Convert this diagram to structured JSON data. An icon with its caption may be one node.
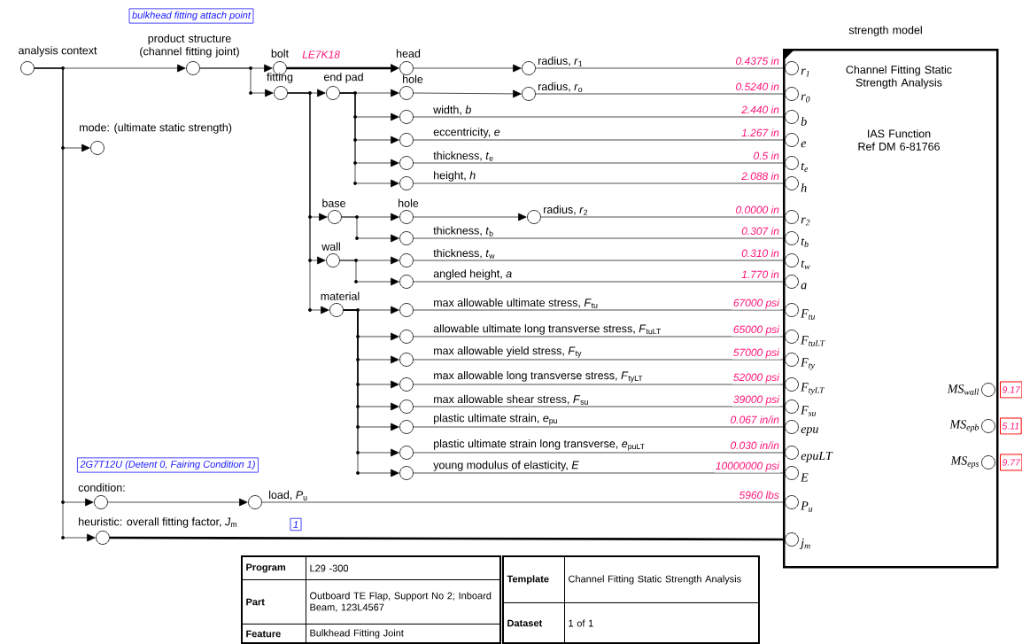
{
  "diagram": {
    "nodes": [
      {
        "text": [
          "analysis context"
        ]
      },
      {
        "text": [
          "product structure (channel fitting joint)"
        ]
      },
      {
        "text": [
          "bolt"
        ],
        "beside": [
          "LE7K18"
        ]
      },
      {
        "text": [
          "fitting"
        ]
      },
      {
        "text": [
          "end pad"
        ]
      },
      {
        "text": [
          "head"
        ]
      },
      {
        "text": [
          "hole"
        ]
      },
      {
        "text": [
          "width, *b*"
        ]
      },
      {
        "text": [
          "eccentricity, *e*"
        ]
      },
      {
        "text": [
          "thickness, *t*$_{e}$"
        ]
      },
      {
        "text": [
          "height, *h*"
        ]
      },
      {
        "text": [
          "base"
        ]
      },
      {
        "text": [
          "hole"
        ]
      },
      {
        "text": [
          "thickness, *t*$_{b}$"
        ]
      },
      {
        "text": [
          "wall"
        ]
      },
      {
        "text": [
          "thickness, *t*$_{w}$"
        ]
      },
      {
        "text": [
          "angled height, *a*"
        ]
      },
      {
        "text": [
          "radius, *r*$_{1}$"
        ]
      },
      {
        "text": [
          "radius, *r*$_{o}$"
        ]
      },
      {
        "text": [
          "radius, *r*$_{2}$"
        ]
      },
      {
        "text": [
          "mode: (ultimate static strength)"
        ]
      },
      {
        "text": [
          "material"
        ]
      },
      {
        "text": [
          "max allowable ultimate stress, *F*$_{tu}$"
        ]
      },
      {
        "text": [
          "allowable ultimate long transverse stress, *F*$_{tuLT}$"
        ]
      },
      {
        "text": [
          "max allowable yield stress, *F*$_{ty}$"
        ]
      },
      {
        "text": [
          "max allowable long transverse stress, *F*$_{tyLT}$"
        ]
      },
      {
        "text": [
          "max allowable shear stress, *F*$_{su}$"
        ]
      },
      {
        "text": [
          "plastic ultimate strain, *e*$_{pu}$"
        ]
      },
      {
        "text": [
          "plastic ultimate strain long transverse, *e*$_{puLT}$"
        ]
      },
      {
        "text": [
          "young modulus of elasticity, *E*"
        ]
      },
      {
        "text": [
          "condition:"
        ],
        "beside": [
          "2G7T12U (Detent 0, Fairing Condition 1)"
        ]
      },
      {
        "text": [
          "load, *P*$_{u}$"
        ]
      },
      {
        "text": [
          "heuristic: overall fitting factor, *J*$_{m}$"
        ]
      },
      {
        "text": [
          "strength model",
          "Channel Fitting Static Strength Analysis",
          "IAS Function Ref DM 6-81766"
        ]
      },
      {
        "text": [
          "r$_{1}$"
        ],
        "in": 33
      },
      {
        "text": [
          "r$_{0}$"
        ],
        "in": 33
      },
      {
        "text": [
          "b"
        ],
        "in": 33
      },
      {
        "text": [
          "e"
        ],
        "in": 33
      },
      {
        "text": [
          "t$_{e}$"
        ],
        "in": 33
      },
      {
        "text": [
          "h"
        ],
        "in": 33
      },
      {
        "text": [
          "r$_{2}$"
        ],
        "in": 33
      },
      {
        "text": [
          "t$_{b}$"
        ],
        "in": 33
      },
      {
        "text": [
          "t$_{w}$"
        ],
        "in": 33
      },
      {
        "text": [
          "a"
        ],
        "in": 33
      },
      {
        "text": [
          "F$_{tu}$"
        ],
        "in": 33
      },
      {
        "text": [
          "F$_{tuLT}$"
        ],
        "in": 33
      },
      {
        "text": [
          "F$_{ty}$"
        ],
        "in": 33
      },
      {
        "text": [
          "F$_{tyLT}$"
        ],
        "in": 33
      },
      {
        "text": [
          "F$_{su}$"
        ],
        "in": 33
      },
      {
        "text": [
          "epu"
        ],
        "in": 33
      },
      {
        "text": [
          "epuLT"
        ],
        "in": 33
      },
      {
        "text": [
          "E"
        ],
        "in": 33
      },
      {
        "text": [
          "P$_{u}$"
        ],
        "in": 33
      },
      {
        "text": [
          "j$_{m}$"
        ],
        "in": 33
      },
      {
        "text": [
          "MS$_{wall}$"
        ],
        "in": 33,
        "beside": [
          "9.17"
        ]
      },
      {
        "text": [
          "MS$_{epb}$"
        ],
        "in": 33,
        "beside": [
          "5.11"
        ]
      },
      {
        "text": [
          "MS$_{eps}$"
        ],
        "in": 33,
        "beside": [
          "9.77"
        ]
      }
    ],
    "edges": [
      {
        "from": 0,
        "to": 1,
        "arrow": "to"
      },
      {
        "from": 0,
        "to": 20,
        "arrow": "to"
      },
      {
        "from": 0,
        "to": 30,
        "arrow": "to"
      },
      {
        "from": 0,
        "to": 32,
        "arrow": "to"
      },
      {
        "from": 1,
        "to": 2,
        "arrow": "to"
      },
      {
        "from": 1,
        "to": 3,
        "arrow": "to"
      },
      {
        "from": 2,
        "to": 5,
        "arrow": "to",
        "style": "thick"
      },
      {
        "from": 3,
        "to": 4,
        "arrow": "to"
      },
      {
        "from": 3,
        "to": 11,
        "arrow": "to"
      },
      {
        "from": 3,
        "to": 14,
        "arrow": "to"
      },
      {
        "from": 3,
        "to": 21,
        "arrow": "to"
      },
      {
        "from": 4,
        "to": 6,
        "arrow": "to"
      },
      {
        "from": 4,
        "to": 7,
        "arrow": "to"
      },
      {
        "from": 4,
        "to": 8,
        "arrow": "to"
      },
      {
        "from": 4,
        "to": 9,
        "arrow": "to"
      },
      {
        "from": 4,
        "to": 10,
        "arrow": "to"
      },
      {
        "from": 5,
        "to": 17,
        "arrow": "to"
      },
      {
        "from": 6,
        "to": 18,
        "arrow": "to"
      },
      {
        "from": 11,
        "to": 12,
        "arrow": "to"
      },
      {
        "from": 11,
        "to": 13,
        "arrow": "to"
      },
      {
        "from": 12,
        "to": 19,
        "arrow": "to"
      },
      {
        "from": 14,
        "to": 15,
        "arrow": "to"
      },
      {
        "from": 14,
        "to": 16,
        "arrow": "to"
      },
      {
        "from": 21,
        "to": 22,
        "arrow": "to"
      },
      {
        "from": 21,
        "to": 23,
        "arrow": "to"
      },
      {
        "from": 21,
        "to": 24,
        "arrow": "to"
      },
      {
        "from": 21,
        "to": 25,
        "arrow": "to"
      },
      {
        "from": 21,
        "to": 26,
        "arrow": "to"
      },
      {
        "from": 21,
        "to": 27,
        "arrow": "to"
      },
      {
        "from": 21,
        "to": 28,
        "arrow": "to"
      },
      {
        "from": 21,
        "to": 29,
        "arrow": "to"
      },
      {
        "from": 30,
        "to": 31,
        "arrow": "to"
      },
      {
        "from": 17,
        "to": 34,
        "arrow": "none",
        "label": "0.4375 in"
      },
      {
        "from": 18,
        "to": 35,
        "arrow": "none",
        "label": "0.5240 in"
      },
      {
        "from": 7,
        "to": 36,
        "arrow": "none",
        "label": "2.440 in"
      },
      {
        "from": 8,
        "to": 37,
        "arrow": "none",
        "label": "1.267 in"
      },
      {
        "from": 9,
        "to": 38,
        "arrow": "none",
        "label": "0.5 in"
      },
      {
        "from": 10,
        "to": 39,
        "arrow": "none",
        "label": "2.088 in"
      },
      {
        "from": 19,
        "to": 40,
        "arrow": "none",
        "label": "0.0000 in"
      },
      {
        "from": 13,
        "to": 41,
        "arrow": "none",
        "label": "0.307 in"
      },
      {
        "from": 15,
        "to": 42,
        "arrow": "none",
        "label": "0.310 in"
      },
      {
        "from": 16,
        "to": 43,
        "arrow": "none",
        "label": "1.770 in"
      },
      {
        "from": 22,
        "to": 44,
        "arrow": "none",
        "label": "67000 psi"
      },
      {
        "from": 23,
        "to": 45,
        "arrow": "none",
        "label": "65000 psi"
      },
      {
        "from": 24,
        "to": 46,
        "arrow": "none",
        "label": "57000 psi"
      },
      {
        "from": 25,
        "to": 47,
        "arrow": "none",
        "label": "52000 psi"
      },
      {
        "from": 26,
        "to": 48,
        "arrow": "none",
        "label": "39000 psi"
      },
      {
        "from": 27,
        "to": 49,
        "arrow": "none",
        "label": "0.067 in/in"
      },
      {
        "from": 28,
        "to": 50,
        "arrow": "none",
        "label": "0.030 in/in"
      },
      {
        "from": 29,
        "to": 51,
        "arrow": "none",
        "label": "10000000 psi"
      },
      {
        "from": 31,
        "to": 52,
        "arrow": "none",
        "label": "5960 lbs"
      },
      {
        "from": 32,
        "to": 53,
        "arrow": "none",
        "style": "thick"
      }
    ],
    "labels": [
      "bulkhead fitting attach point",
      "1",
      "Program",
      "L29 -300",
      "Part",
      "Outboard TE Flap, Support No 2; Inboard Beam, 123L4567",
      "Feature",
      "Bulkhead Fitting Joint",
      "Template",
      "Channel Fitting Static Strength Analysis",
      "Dataset",
      "1 of 1"
    ]
  }
}
